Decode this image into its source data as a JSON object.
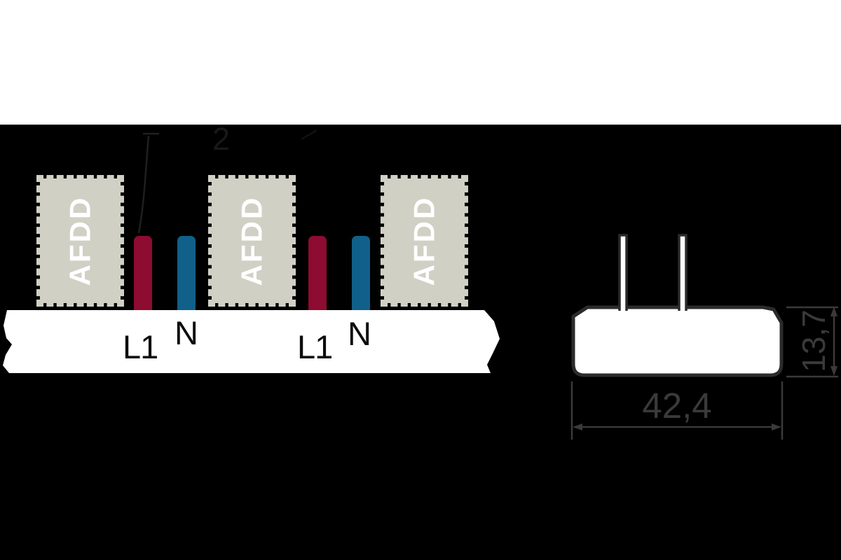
{
  "diagram": {
    "front_view": {
      "modules": [
        "AFDD",
        "AFDD",
        "AFDD"
      ],
      "terminal_labels": [
        "L1",
        "N",
        "L1",
        "N"
      ],
      "callout_label": "2"
    },
    "cross_section": {
      "width_dimension": "42,4",
      "height_dimension": "13,7"
    },
    "colors": {
      "background": "#000000",
      "top_band": "#ffffff",
      "module_fill": "#d1d0c5",
      "module_text": "#ffffff",
      "phase_bar_red": "#8e0b31",
      "neutral_bar_blue": "#10608a",
      "busbar_white": "#ffffff",
      "terminal_text": "#0d0d0d",
      "body_outline": "#2b2b2b",
      "dimension_gray": "#3a3a3a"
    }
  }
}
